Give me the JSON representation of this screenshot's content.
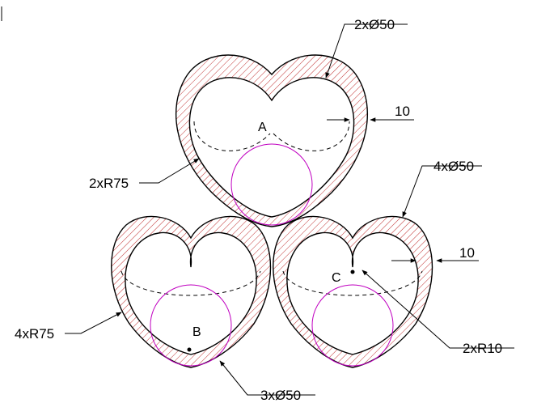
{
  "labels": {
    "top_dia": "2xØ50",
    "top_thick": "10",
    "left_radius": "2xR75",
    "right_dia": "4xØ50",
    "right_thick": "10",
    "bottom_left_radius": "4xR75",
    "bottom_right_radius": "2xR10",
    "bottom_dia": "3xØ50"
  },
  "points": {
    "a": "A",
    "b": "B",
    "c": "C"
  },
  "colors": {
    "hatch": "#c03030",
    "construction": "#c000c0",
    "line": "#000000"
  }
}
